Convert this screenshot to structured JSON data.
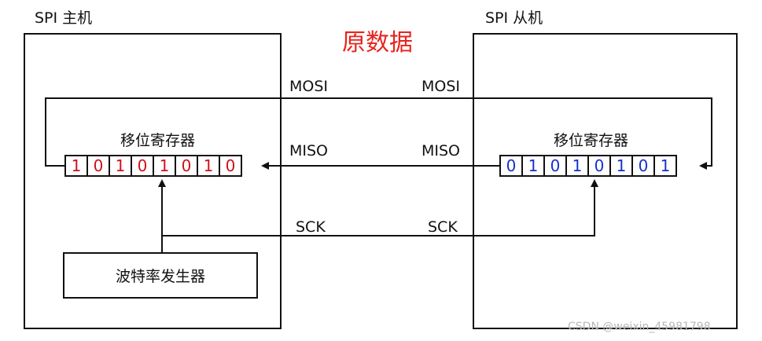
{
  "title": "原数据",
  "master": {
    "label": "SPI 主机",
    "register_label": "移位寄存器",
    "register_bits": [
      "1",
      "0",
      "1",
      "0",
      "1",
      "0",
      "1",
      "0"
    ],
    "baud_generator": "波特率发生器"
  },
  "slave": {
    "label": "SPI 从机",
    "register_label": "移位寄存器",
    "register_bits": [
      "0",
      "1",
      "0",
      "1",
      "0",
      "1",
      "0",
      "1"
    ]
  },
  "signals": {
    "mosi_master": "MOSI",
    "mosi_slave": "MOSI",
    "miso_master": "MISO",
    "miso_slave": "MISO",
    "sck_master": "SCK",
    "sck_slave": "SCK"
  },
  "watermark": "CSDN @weixin_45981798",
  "colors": {
    "title": "#e8231d",
    "master_bits": "#d0101c",
    "slave_bits": "#1631c8",
    "line": "#111111"
  }
}
